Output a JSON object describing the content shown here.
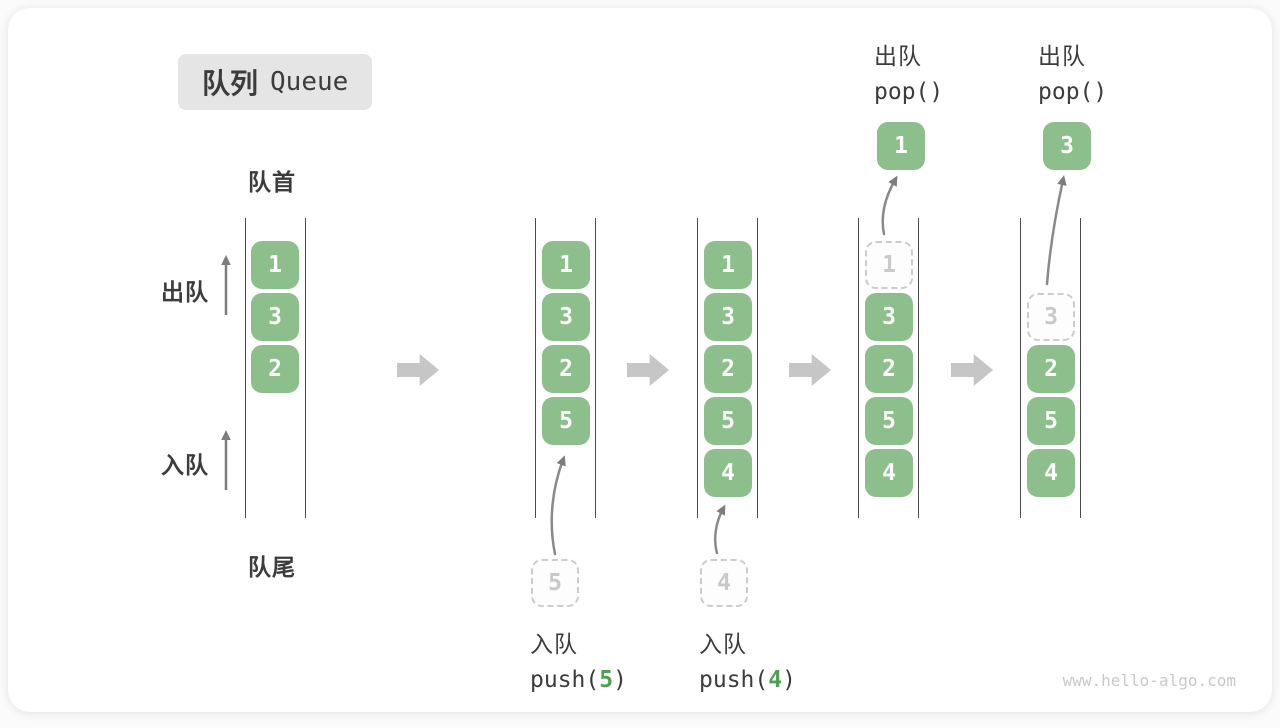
{
  "title": {
    "zh": "队列",
    "en": "Queue"
  },
  "labels": {
    "front": "队首",
    "rear": "队尾",
    "dequeue": "出队",
    "enqueue": "入队"
  },
  "watermark": "www.hello-algo.com",
  "colors": {
    "block_green": "#8CBF8C",
    "arg_green": "#4FA052",
    "big_arrow": "#C6C6C6",
    "ghost_border": "#CCCCCC",
    "tube_line": "#4A4A4A",
    "text_dark": "#3C3C3C",
    "thin_arrow": "#7D7D7D"
  },
  "q1": {
    "b1": "1",
    "b2": "3",
    "b3": "2"
  },
  "q2": {
    "b1": "1",
    "b2": "3",
    "b3": "2",
    "b4": "5",
    "incoming": "5",
    "op": "入队",
    "code_pre": "push(",
    "code_arg": "5",
    "code_post": ")"
  },
  "q3": {
    "b1": "1",
    "b2": "3",
    "b3": "2",
    "b4": "5",
    "b5": "4",
    "incoming": "4",
    "op": "入队",
    "code_pre": "push(",
    "code_arg": "4",
    "code_post": ")"
  },
  "q4": {
    "ghost": "1",
    "b2": "3",
    "b3": "2",
    "b4": "5",
    "b5": "4",
    "popped": "1",
    "op": "出队",
    "code": "pop()"
  },
  "q5": {
    "ghost": "3",
    "b3": "2",
    "b4": "5",
    "b5": "4",
    "popped": "3",
    "op": "出队",
    "code": "pop()"
  }
}
